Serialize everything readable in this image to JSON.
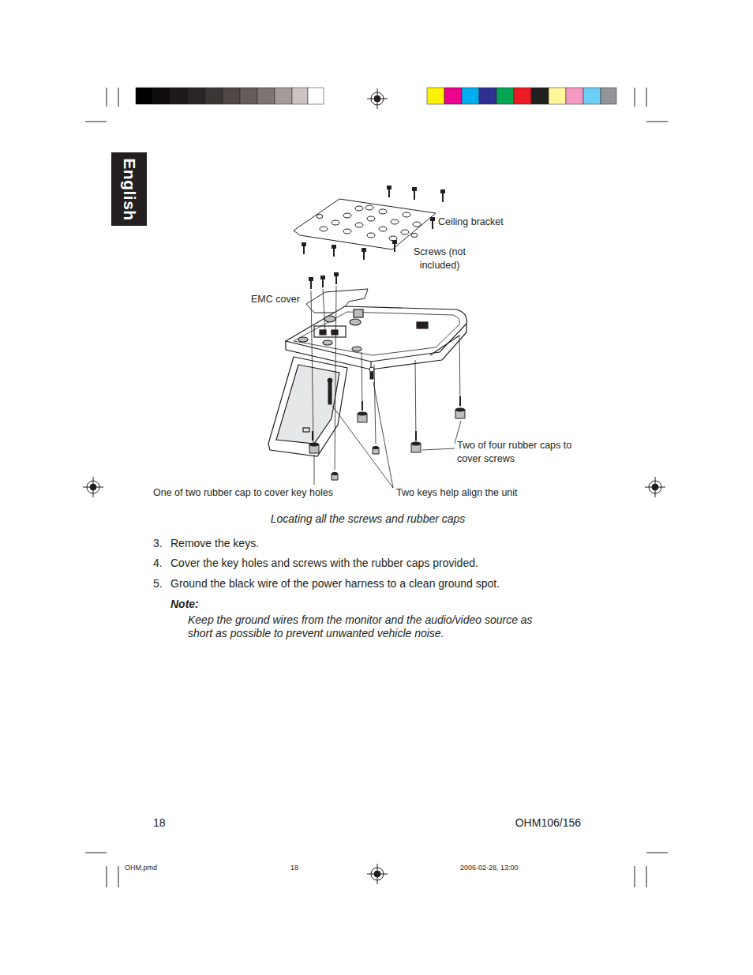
{
  "diagram": {
    "caption": "Locating all the screws and rubber caps",
    "nodes": [
      {
        "text": [
          "English"
        ]
      }
    ],
    "labels": [
      "Ceiling bracket",
      "Screws (not included)",
      "EMC cover",
      "Two of four rubber caps to cover screws",
      "One of two rubber cap to cover key holes",
      "Two keys help align the unit",
      "3.",
      "Remove the keys.",
      "4.",
      "Cover the key holes and screws with the rubber caps provided.",
      "5.",
      "Ground the black wire of the power harness to a clean ground spot.",
      "Note:",
      "Keep the ground wires from the monitor and the audio/video source as short as possible to prevent unwanted vehicle noise.",
      "18",
      "OHM106/156",
      "OHM.pmd",
      "18",
      "2006-02-28, 13:00"
    ]
  }
}
